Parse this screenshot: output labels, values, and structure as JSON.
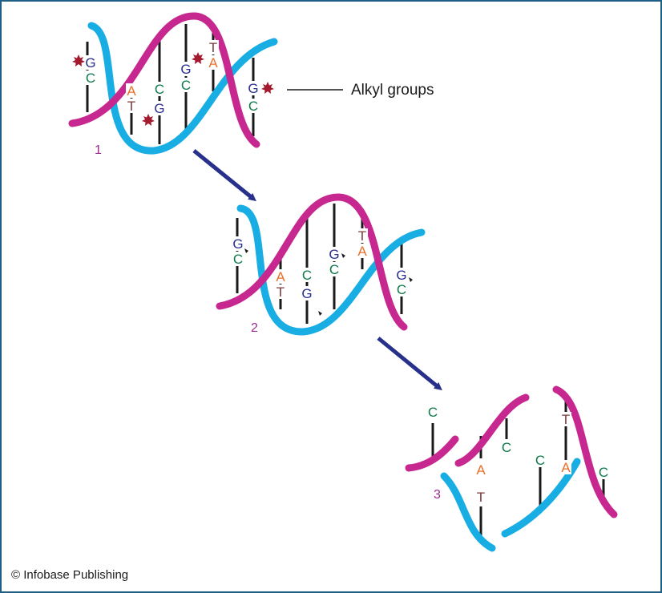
{
  "colors": {
    "strand_a": "#19aee3",
    "strand_b": "#c7288f",
    "arrow": "#27308a",
    "alkyl_star": "#a3192d",
    "base_G": "#2a2f8f",
    "base_C": "#0f7a4a",
    "base_A": "#e8702a",
    "base_T": "#7a3a3a",
    "step_label": "#9b2c8f",
    "border": "#1f5f86"
  },
  "callout": {
    "label": "Alkyl groups"
  },
  "steps": [
    {
      "number": "1",
      "bases": [
        {
          "id": "s1-g1",
          "letter": "G"
        },
        {
          "id": "s1-c1",
          "letter": "C"
        },
        {
          "id": "s1-a1",
          "letter": "A"
        },
        {
          "id": "s1-t1",
          "letter": "T"
        },
        {
          "id": "s1-c2",
          "letter": "C"
        },
        {
          "id": "s1-g2",
          "letter": "G"
        },
        {
          "id": "s1-g3",
          "letter": "G"
        },
        {
          "id": "s1-c3",
          "letter": "C"
        },
        {
          "id": "s1-t2",
          "letter": "T"
        },
        {
          "id": "s1-a2",
          "letter": "A"
        },
        {
          "id": "s1-g4",
          "letter": "G"
        },
        {
          "id": "s1-c4",
          "letter": "C"
        }
      ]
    },
    {
      "number": "2",
      "bases": [
        {
          "id": "s2-g1",
          "letter": "G"
        },
        {
          "id": "s2-c1",
          "letter": "C"
        },
        {
          "id": "s2-a1",
          "letter": "A"
        },
        {
          "id": "s2-t1",
          "letter": "T"
        },
        {
          "id": "s2-c2",
          "letter": "C"
        },
        {
          "id": "s2-g2",
          "letter": "G"
        },
        {
          "id": "s2-g3",
          "letter": "G"
        },
        {
          "id": "s2-c3",
          "letter": "C"
        },
        {
          "id": "s2-t2",
          "letter": "T"
        },
        {
          "id": "s2-a2",
          "letter": "A"
        },
        {
          "id": "s2-g4",
          "letter": "G"
        },
        {
          "id": "s2-c4",
          "letter": "C"
        }
      ]
    },
    {
      "number": "3",
      "bases": [
        {
          "id": "s3-c1",
          "letter": "C"
        },
        {
          "id": "s3-a1",
          "letter": "A"
        },
        {
          "id": "s3-c2",
          "letter": "C"
        },
        {
          "id": "s3-t1",
          "letter": "T"
        },
        {
          "id": "s3-c3",
          "letter": "C"
        },
        {
          "id": "s3-t2",
          "letter": "T"
        },
        {
          "id": "s3-a2",
          "letter": "A"
        },
        {
          "id": "s3-c4",
          "letter": "C"
        }
      ]
    }
  ],
  "copyright": "© Infobase Publishing"
}
